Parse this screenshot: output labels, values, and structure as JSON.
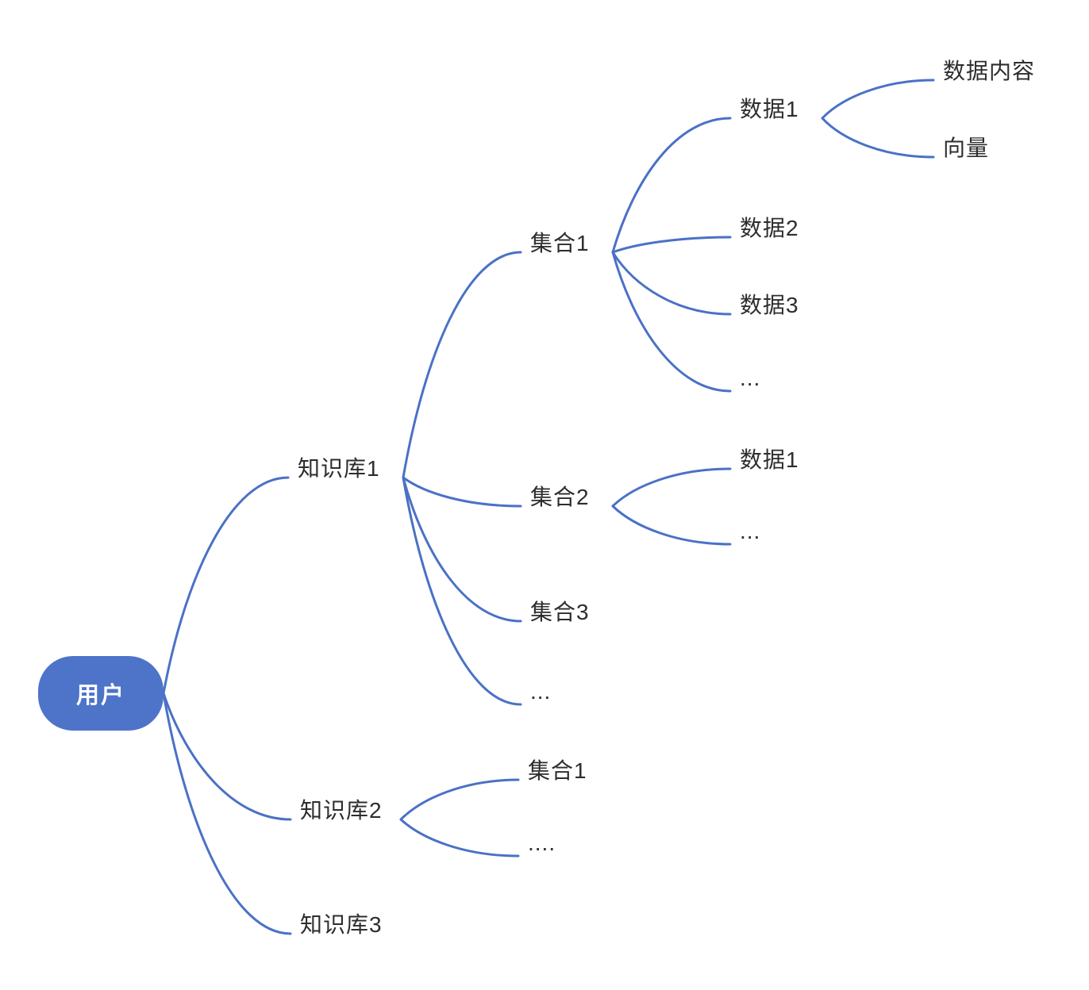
{
  "diagram": {
    "type": "mindmap",
    "line_color": "#4a71c6",
    "root_fill": "#4e74c9",
    "root_text_color": "#ffffff",
    "background": "#ffffff",
    "root": {
      "label": "用户",
      "children": [
        {
          "label": "知识库1",
          "children": [
            {
              "label": "集合1",
              "children": [
                {
                  "label": "数据1",
                  "children": [
                    {
                      "label": "数据内容"
                    },
                    {
                      "label": "向量"
                    }
                  ]
                },
                {
                  "label": "数据2"
                },
                {
                  "label": "数据3"
                },
                {
                  "label": "..."
                }
              ]
            },
            {
              "label": "集合2",
              "children": [
                {
                  "label": "数据1"
                },
                {
                  "label": "..."
                }
              ]
            },
            {
              "label": "集合3"
            },
            {
              "label": "..."
            }
          ]
        },
        {
          "label": "知识库2",
          "children": [
            {
              "label": "集合1"
            },
            {
              "label": "...."
            }
          ]
        },
        {
          "label": "知识库3"
        }
      ]
    }
  }
}
